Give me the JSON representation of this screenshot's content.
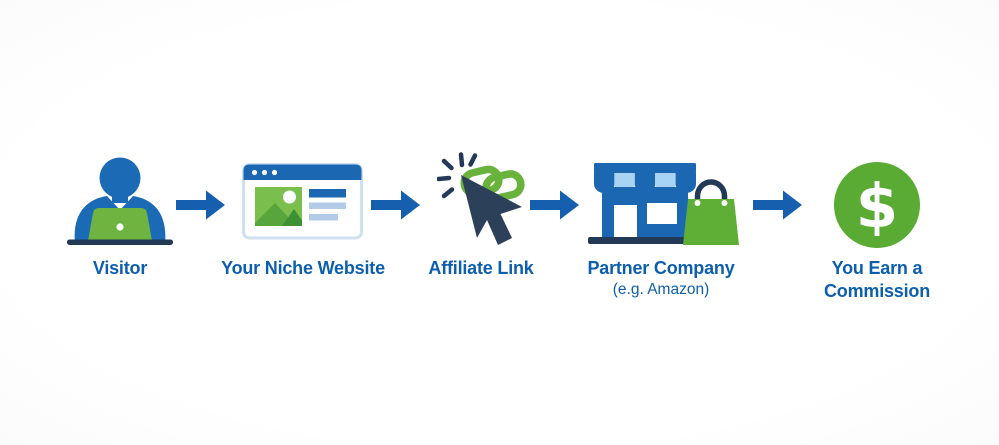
{
  "diagram": {
    "topic": "affiliate-marketing-flow",
    "steps": [
      {
        "label": "Visitor",
        "icon": "person-at-laptop"
      },
      {
        "label": "Your Niche Website",
        "icon": "browser-window"
      },
      {
        "label": "Affiliate Link",
        "icon": "cursor-click-link"
      },
      {
        "label": "Partner Company",
        "sublabel": "(e.g. Amazon)",
        "icon": "storefront-with-shopping-bag"
      },
      {
        "label": "You Earn a\nCommission",
        "symbol": "$",
        "icon": "dollar-coin"
      }
    ],
    "connectors": {
      "type": "arrow-right",
      "count": 4,
      "color": "#155fae"
    },
    "palette": {
      "blue": "#1c67b2",
      "light_blue": "#a9d3f2",
      "pale_blue_bar": "#b1cbe9",
      "green": "#5fae36",
      "laptop_green": "#6fb440",
      "navy": "#233a57",
      "text_blue": "#0d5fad",
      "background": "#ffffff"
    }
  }
}
